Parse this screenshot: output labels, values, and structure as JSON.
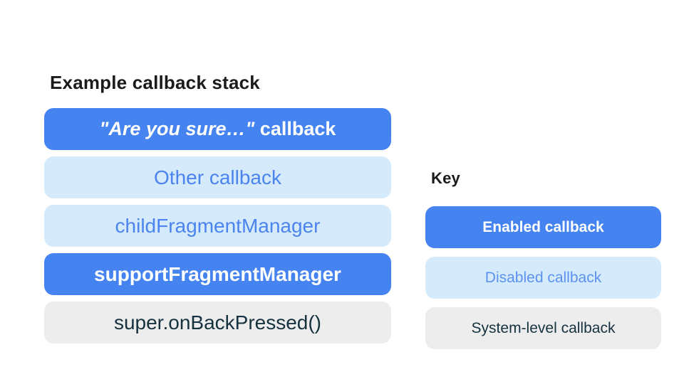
{
  "stack": {
    "title": "Example callback stack",
    "bars": [
      {
        "label_quote": "\"Are you sure…\"",
        "label_rest": " callback",
        "type": "enabled"
      },
      {
        "label": "Other callback",
        "type": "disabled"
      },
      {
        "label": "childFragmentManager",
        "type": "disabled"
      },
      {
        "label": "supportFragmentManager",
        "type": "enabled"
      },
      {
        "label": "super.onBackPressed()",
        "type": "system"
      }
    ]
  },
  "key": {
    "title": "Key",
    "items": [
      {
        "label": "Enabled callback",
        "type": "enabled"
      },
      {
        "label": "Disabled callback",
        "type": "disabled"
      },
      {
        "label": "System-level callback",
        "type": "system"
      }
    ]
  },
  "colors": {
    "enabled_bg": "#4583f1",
    "enabled_text": "#ffffff",
    "disabled_bg": "#d5ebfb",
    "disabled_text": "#4b84ee",
    "system_bg": "#ededed",
    "system_text": "#16323f",
    "title_text": "#1b1b1b",
    "page_bg": "#ffffff"
  }
}
